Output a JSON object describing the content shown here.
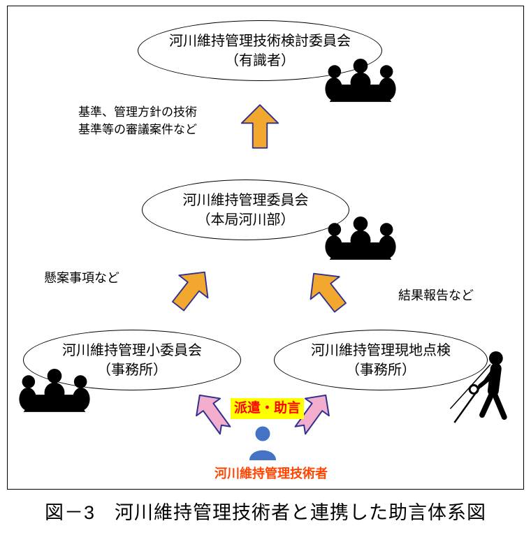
{
  "colors": {
    "arrow_orange": "#F2A72E",
    "arrow_pink": "#F2AECC",
    "arrow_outline": "#2E3192",
    "icon_black": "#000000",
    "person_blue": "#4472C4",
    "dispatch_bg": "#FFFF00",
    "dispatch_text": "#FF0000",
    "engineer_text": "#FF4500"
  },
  "nodes": {
    "top": {
      "line1": "河川維持管理技術検討委員会",
      "line2": "（有識者）"
    },
    "middle": {
      "line1": "河川維持管理委員会",
      "line2": "（本局河川部）"
    },
    "bottom_left": {
      "line1": "河川維持管理小委員会",
      "line2": "（事務所）"
    },
    "bottom_right": {
      "line1": "河川維持管理現地点検",
      "line2": "（事務所）"
    }
  },
  "labels": {
    "top_arrow_line1": "基準、管理方針の技術",
    "top_arrow_line2": "基準等の審議案件など",
    "left_arrow": "懸案事項など",
    "right_arrow": "結果報告など",
    "dispatch": "派遣・助言",
    "engineer": "河川維持管理技術者"
  },
  "icons": {
    "meeting": "meeting-icon",
    "inspector": "inspector-icon",
    "engineer_person": "person-icon"
  },
  "caption": "図－3　河川維持管理技術者と連携した助言体系図"
}
